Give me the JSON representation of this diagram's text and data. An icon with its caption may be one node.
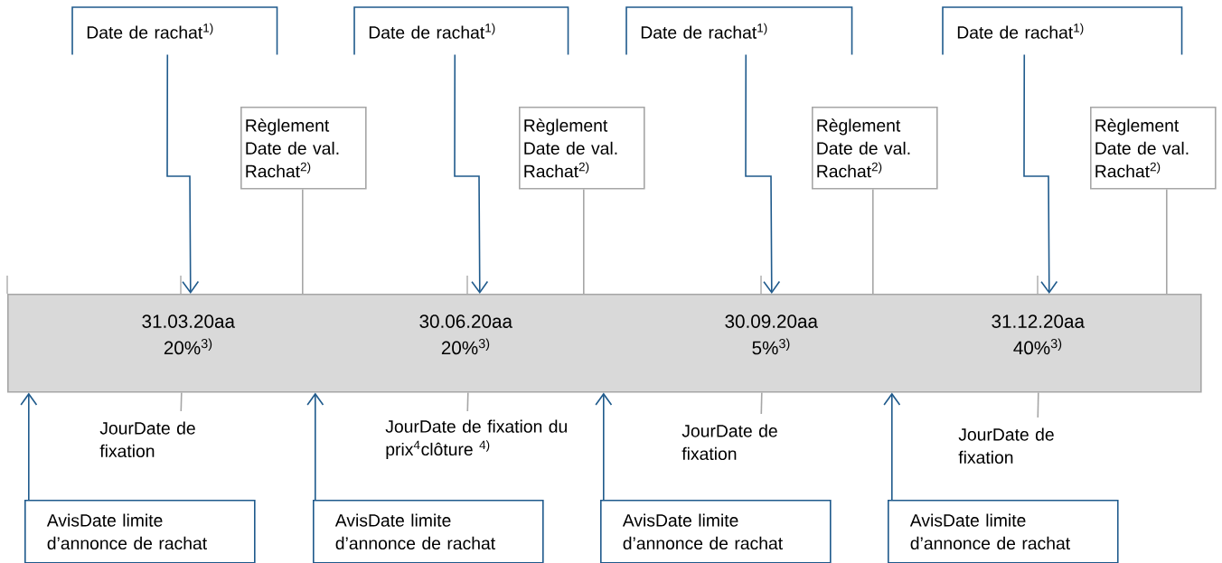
{
  "diagram": {
    "nodes": [
      {
        "text": [],
        "shape": "bar"
      },
      {
        "text": [
          "31.03.20aa",
          "20%$^{3)}$"
        ],
        "in": 0
      },
      {
        "text": [
          "30.06.20aa",
          "20%$^{3)}$"
        ],
        "in": 0
      },
      {
        "text": [
          "30.09.20aa",
          "5%$^{3)}$"
        ],
        "in": 0
      },
      {
        "text": [
          "31.12.20aa",
          "40%$^{3)}$"
        ],
        "in": 0
      },
      {
        "text": [
          "Date de rachat$^{1)}$"
        ]
      },
      {
        "text": [
          "Date de rachat$^{1)}$"
        ]
      },
      {
        "text": [
          "Date de rachat$^{1)}$"
        ]
      },
      {
        "text": [
          "Date de rachat$^{1)}$"
        ]
      },
      {
        "text": [
          "Règlement Date de val. Rachat$^{2)}$"
        ]
      },
      {
        "text": [
          "Règlement Date de val. Rachat$^{2)}$"
        ]
      },
      {
        "text": [
          "Règlement Date de val. Rachat$^{2)}$"
        ]
      },
      {
        "text": [
          "Règlement Date de val. Rachat$^{2)}$"
        ]
      },
      {
        "text": [
          "JourDate de fixation"
        ]
      },
      {
        "text": [
          "JourDate de fixation du prix$^{4}$clôture $^{4)}$"
        ]
      },
      {
        "text": [
          "JourDate de fixation"
        ]
      },
      {
        "text": [
          "JourDate de fixation"
        ]
      },
      {
        "text": [
          "AvisDate limite d’annonce de rachat"
        ]
      },
      {
        "text": [
          "AvisDate limite d’annonce de rachat"
        ]
      },
      {
        "text": [
          "AvisDate limite d’annonce de rachat"
        ]
      },
      {
        "text": [
          "AvisDate limite d’annonce de rachat"
        ]
      }
    ],
    "edges": [
      {
        "from": 5,
        "to": 0,
        "arrow": "to"
      },
      {
        "from": 9,
        "to": 0,
        "arrow": "none",
        "color": "#a6a6a6"
      },
      {
        "from": 13,
        "to": 0,
        "arrow": "none",
        "color": "#a6a6a6"
      },
      {
        "from": 17,
        "to": 0,
        "arrow": "to"
      },
      {
        "from": 6,
        "to": 0,
        "arrow": "to"
      },
      {
        "from": 10,
        "to": 0,
        "arrow": "none",
        "color": "#a6a6a6"
      },
      {
        "from": 14,
        "to": 0,
        "arrow": "none",
        "color": "#a6a6a6"
      },
      {
        "from": 18,
        "to": 0,
        "arrow": "to"
      },
      {
        "from": 7,
        "to": 0,
        "arrow": "to"
      },
      {
        "from": 11,
        "to": 0,
        "arrow": "none",
        "color": "#a6a6a6"
      },
      {
        "from": 15,
        "to": 0,
        "arrow": "none",
        "color": "#a6a6a6"
      },
      {
        "from": 19,
        "to": 0,
        "arrow": "to"
      },
      {
        "from": 8,
        "to": 0,
        "arrow": "to"
      },
      {
        "from": 12,
        "to": 0,
        "arrow": "none",
        "color": "#a6a6a6"
      },
      {
        "from": 16,
        "to": 0,
        "arrow": "none",
        "color": "#a6a6a6"
      },
      {
        "from": 20,
        "to": 0,
        "arrow": "to"
      }
    ]
  }
}
